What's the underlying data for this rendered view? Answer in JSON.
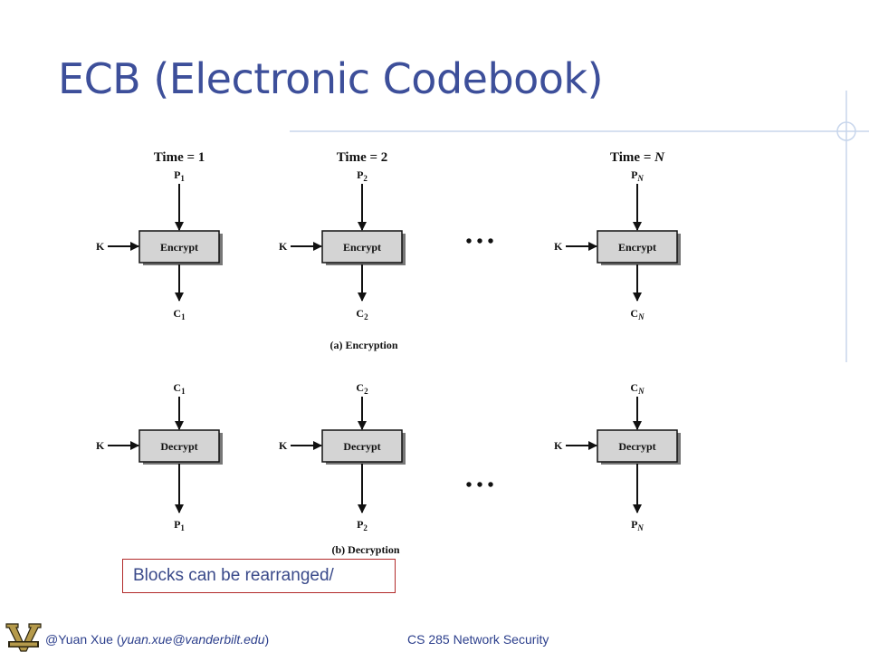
{
  "slide": {
    "title": "ECB (Electronic Codebook)",
    "callout": "Blocks can be rearranged/",
    "footer": {
      "author_prefix": "@Yuan Xue (",
      "author_email": "yuan.xue@vanderbilt.edu",
      "author_suffix": ")",
      "course": "CS 285 Network Security"
    },
    "logo_icon": "vanderbilt-v-logo-icon",
    "title_color": "#3d4f9a",
    "callout_border_color": "#b22a2a",
    "box_fill_color": "#d4d4d4"
  },
  "diagram": {
    "key_label": "K",
    "ellipsis": "• • •",
    "columns": [
      {
        "time_prefix": "Time = ",
        "time_value": "1",
        "plain_var": "P",
        "plain_sub": "1",
        "cipher_var": "C",
        "cipher_sub": "1"
      },
      {
        "time_prefix": "Time = ",
        "time_value": "2",
        "plain_var": "P",
        "plain_sub": "2",
        "cipher_var": "C",
        "cipher_sub": "2"
      },
      {
        "time_prefix": "Time = ",
        "time_value": "N",
        "plain_var": "P",
        "plain_sub": "N",
        "cipher_var": "C",
        "cipher_sub": "N"
      }
    ],
    "encryption": {
      "box_label": "Encrypt",
      "caption": "(a) Encryption"
    },
    "decryption": {
      "box_label": "Decrypt",
      "caption": "(b) Decryption"
    }
  }
}
